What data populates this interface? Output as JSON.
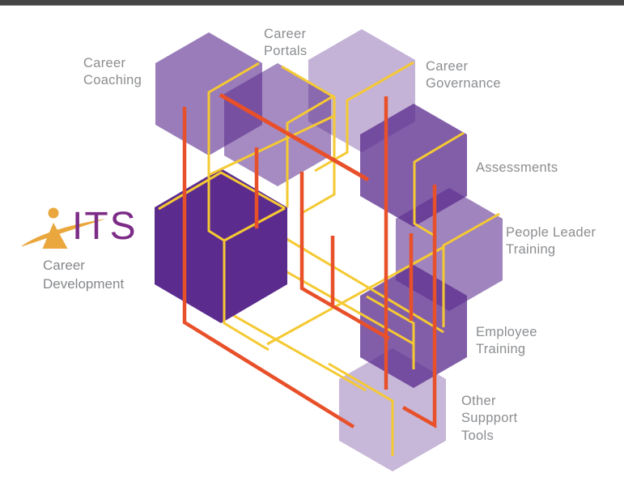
{
  "palette": {
    "purple": "#5B2B8E",
    "yellow": "#F5C932",
    "orange": "#E8502A",
    "gold": "#E9A73D",
    "label_gray": "#8B8D90",
    "logo_purple": "#7C2C87",
    "top_bar": "#454545"
  },
  "logo": {
    "text": "ITS",
    "subtitle": "Career\nDevelopment"
  },
  "nodes": {
    "coaching": {
      "label": "Career\nCoaching"
    },
    "portals": {
      "label": "Career\nPortals"
    },
    "governance": {
      "label": "Career\nGovernance"
    },
    "assessments": {
      "label": "Assessments"
    },
    "people_leader": {
      "label": "People Leader\nTraining"
    },
    "employee": {
      "label": "Employee\nTraining"
    },
    "other": {
      "label": "Other\nSuppport\nTools"
    }
  }
}
